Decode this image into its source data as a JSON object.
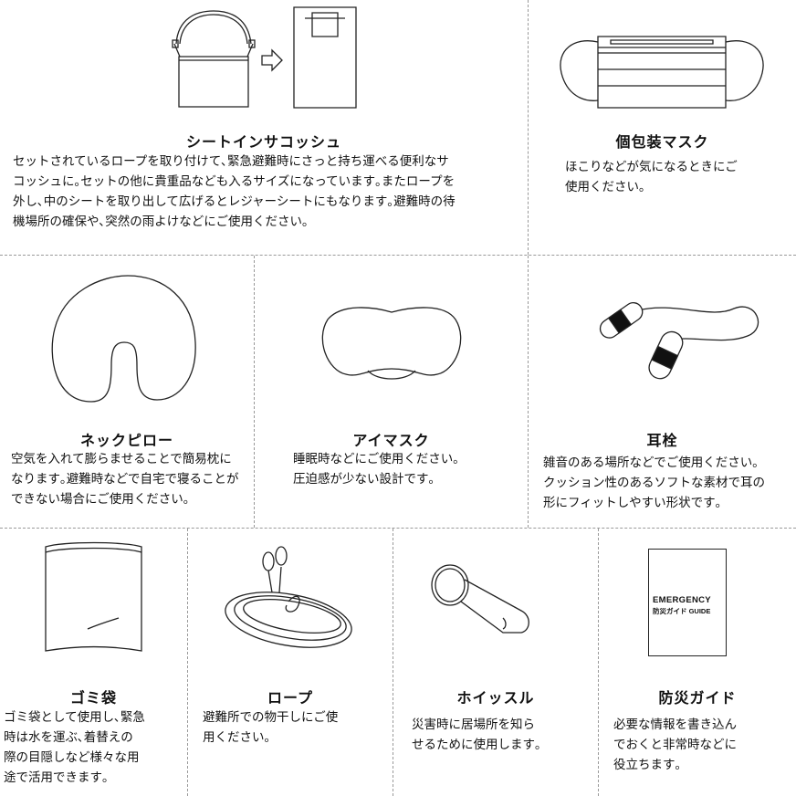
{
  "items": [
    {
      "title": "シートインサコッシュ",
      "desc": "セットされているロープを取り付けて､緊急避難時にさっと持ち運べる便利なサ\nコッシュに｡セットの他に貴重品なども入るサイズになっています｡またロープを\n外し､中のシートを取り出して広げるとレジャーシートにもなります｡避難時の待\n機場所の確保や､突然の雨よけなどにご使用ください｡"
    },
    {
      "title": "個包装マスク",
      "desc": "ほこりなどが気になるときにご\n使用ください｡"
    },
    {
      "title": "ネックピロー",
      "desc": "空気を入れて膨らませることで簡易枕に\nなります｡避難時などで自宅で寝ることが\nできない場合にご使用ください｡"
    },
    {
      "title": "アイマスク",
      "desc": "睡眠時などにご使用ください｡\n圧迫感が少ない設計です｡"
    },
    {
      "title": "耳栓",
      "desc": "雑音のある場所などでご使用ください｡\nクッション性のあるソフトな素材で耳の\n形にフィットしやすい形状です｡"
    },
    {
      "title": "ゴミ袋",
      "desc": "ゴミ袋として使用し､緊急\n時は水を運ぶ､着替えの\n際の目隠しなど様々な用\n途で活用できます｡"
    },
    {
      "title": "ロープ",
      "desc": "避難所での物干しにご使\n用ください｡"
    },
    {
      "title": "ホイッスル",
      "desc": "災害時に居場所を知ら\nせるために使用します｡"
    },
    {
      "title": "防災ガイド",
      "desc": "必要な情報を書き込ん\nでおくと非常時などに\n役立ちます｡"
    }
  ],
  "guide_cover": {
    "line1": "EMERGENCY",
    "line2": "防災ガイド GUIDE"
  }
}
